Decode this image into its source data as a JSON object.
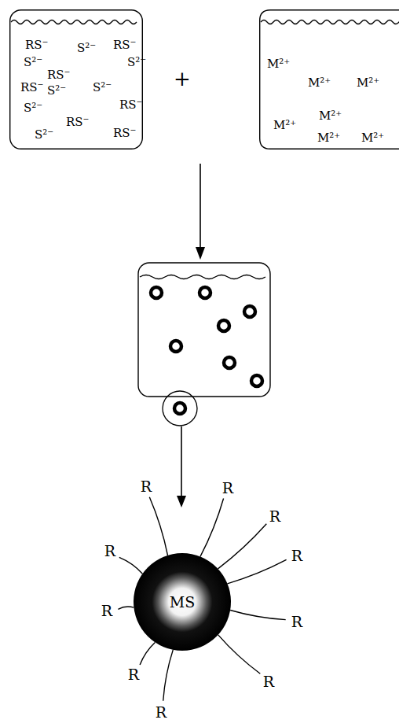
{
  "diagram": {
    "nodes": [
      {
        "text": [
          "RS⁻",
          "S²⁻",
          "RS⁻",
          "S²⁻",
          "S²⁻",
          "RS⁻",
          "RS⁻",
          "S²⁻",
          "S²⁻",
          "S²⁻",
          "RS⁻",
          "RS⁻",
          "S²⁻",
          "RS⁻"
        ]
      },
      {
        "text": [
          "M²⁺",
          "M²⁺",
          "M²⁺",
          "M²⁺",
          "M²⁺",
          "M²⁺",
          "M²⁺"
        ]
      },
      {
        "text": [
          "MS"
        ]
      }
    ],
    "edges": [],
    "labels": [
      "+",
      "R",
      "R",
      "R",
      "R",
      "R",
      "R",
      "R",
      "R",
      "R",
      "R"
    ]
  }
}
